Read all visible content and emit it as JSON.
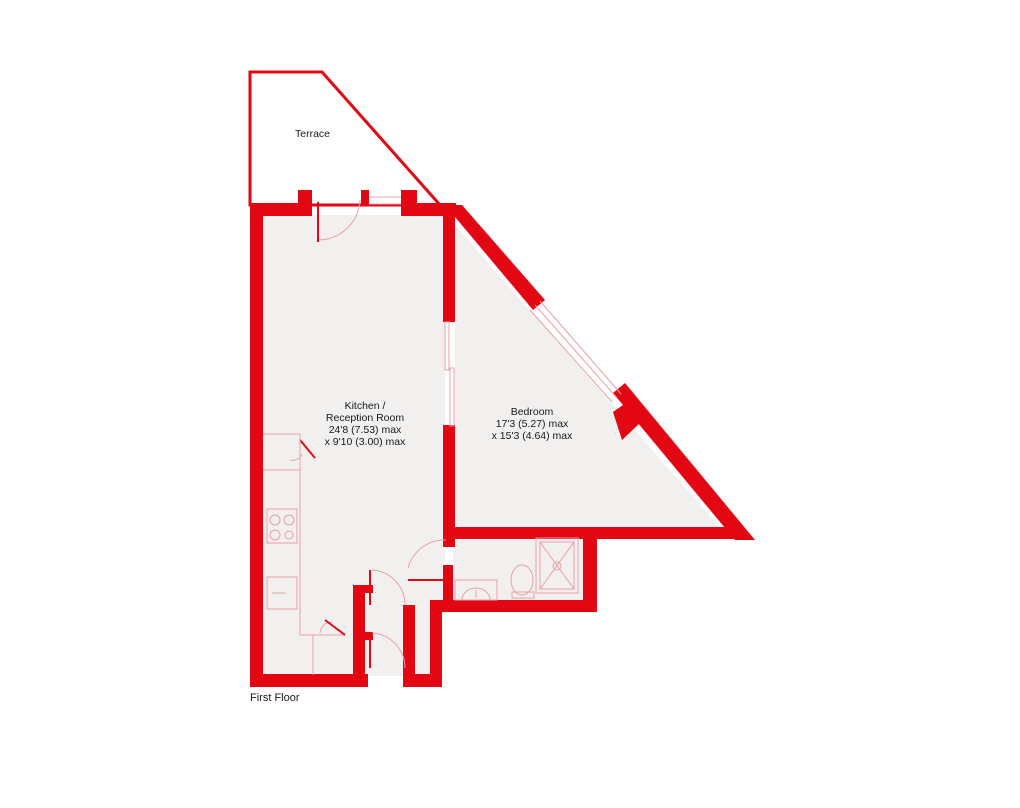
{
  "floor_label": "First Floor",
  "colors": {
    "wall": "#e30613",
    "floor": "#f2f0ef",
    "fixture_line": "#e9a0a6",
    "text": "#1a1a1a"
  },
  "rooms": {
    "terrace": {
      "name": "Terrace"
    },
    "kitchen": {
      "name_line1": "Kitchen /",
      "name_line2": "Reception Room",
      "dim1": "24'8 (7.53) max",
      "dim2": "x 9'10 (3.00) max"
    },
    "bedroom": {
      "name": "Bedroom",
      "dim1": "17'3 (5.27) max",
      "dim2": "x 15'3 (4.64) max"
    },
    "bathroom": {
      "fixtures": [
        "shower",
        "toilet",
        "basin"
      ]
    }
  },
  "icons": [
    "hob-icon",
    "sink-icon",
    "shower-icon",
    "toilet-icon",
    "basin-icon",
    "door-swing-icon",
    "window-icon"
  ]
}
